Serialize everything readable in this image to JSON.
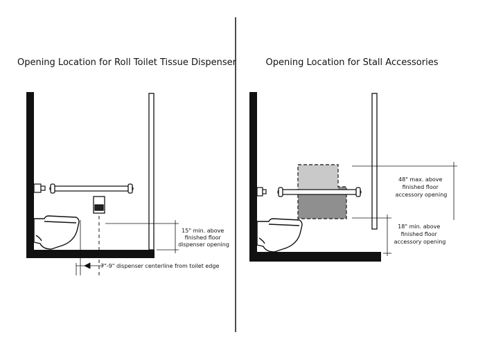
{
  "left_panel": {
    "title": "Opening Location for Roll Toilet Tissue Dispenser",
    "height_note": [
      "15\" min. above",
      "finished floor",
      "dispenser opening"
    ],
    "centerline_note": "7\"-9\" dispenser centerline from toilet edge"
  },
  "right_panel": {
    "title": "Opening Location for Stall Accessories",
    "upper_note": [
      "48\" max. above",
      "finished floor",
      "accessory opening"
    ],
    "lower_note": [
      "18\" min. above",
      "finished floor",
      "accessory opening"
    ]
  },
  "colors": {
    "ink": "#111111",
    "zone_light": "#c9c9c9",
    "zone_dark": "#8f8f8f",
    "fixture_fill": "#ffffff"
  }
}
